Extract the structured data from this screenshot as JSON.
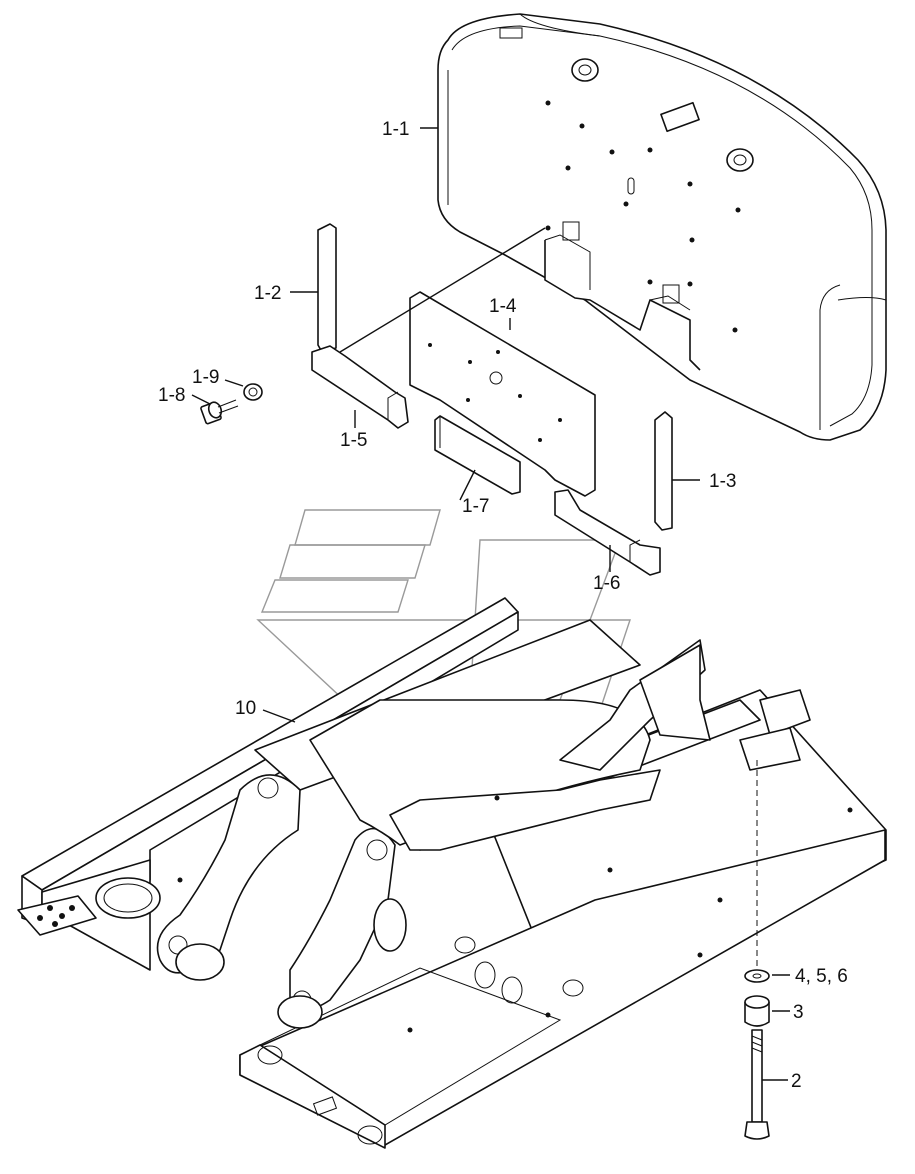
{
  "labels": {
    "l_1_1": "1-1",
    "l_1_2": "1-2",
    "l_1_3": "1-3",
    "l_1_4": "1-4",
    "l_1_5": "1-5",
    "l_1_6": "1-6",
    "l_1_7": "1-7",
    "l_1_8": "1-8",
    "l_1_9": "1-9",
    "l_10": "10",
    "l_4_5_6": "4, 5, 6",
    "l_3": "3",
    "l_2": "2"
  }
}
